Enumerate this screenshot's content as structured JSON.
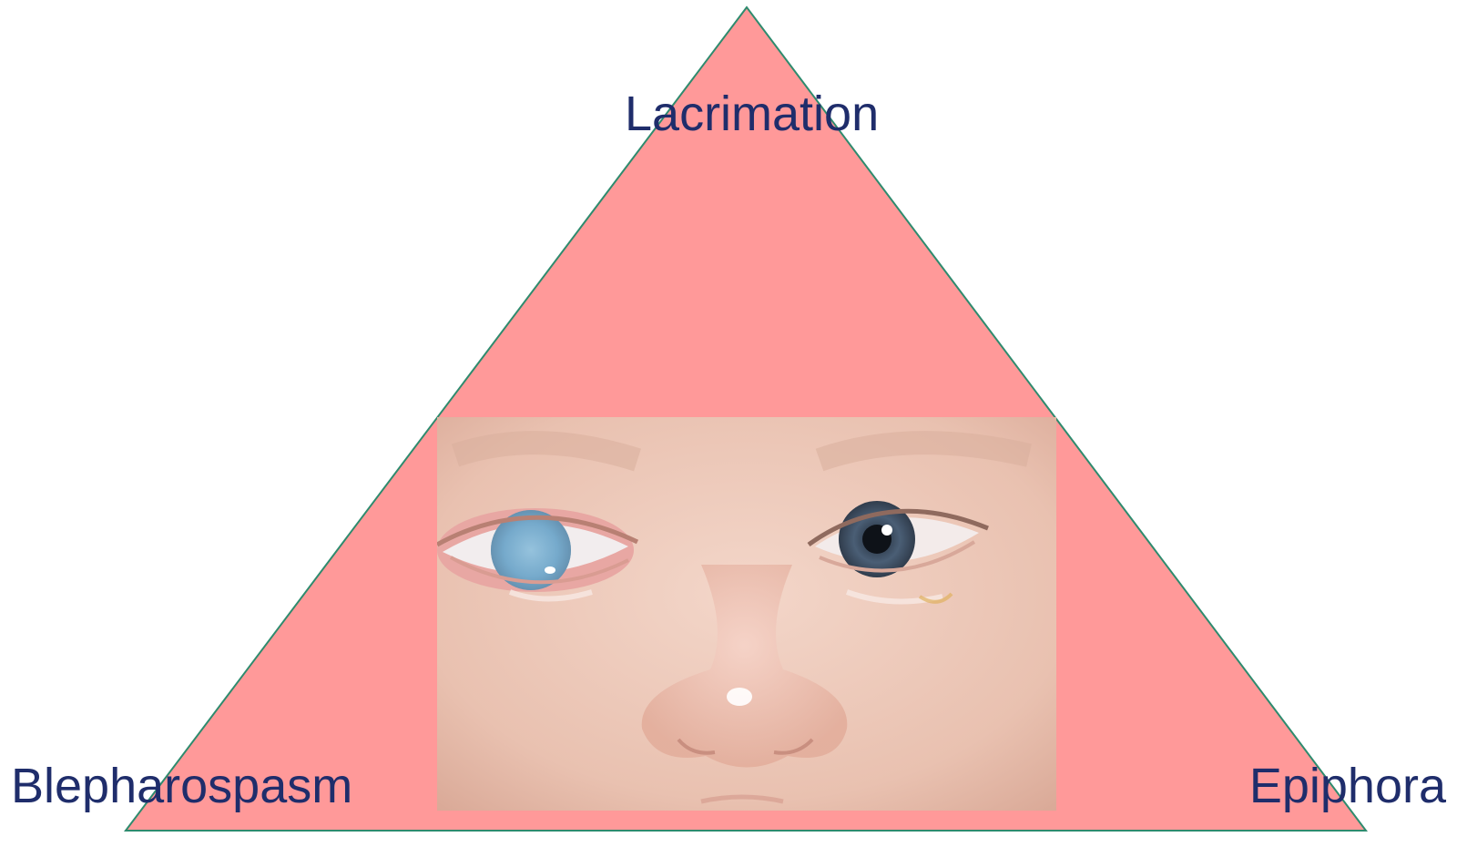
{
  "labels": {
    "top": "Lacrimation",
    "left": "Blepharospasm",
    "right": "Epiphora"
  },
  "photo": {
    "subject": "infant-face-with-cloudy-cornea-and-tearing"
  },
  "colors": {
    "triangle_fill": "#FF9999",
    "triangle_stroke": "#2E8B6E",
    "label_text": "#1F2D6B",
    "background": "#FFFFFF"
  }
}
